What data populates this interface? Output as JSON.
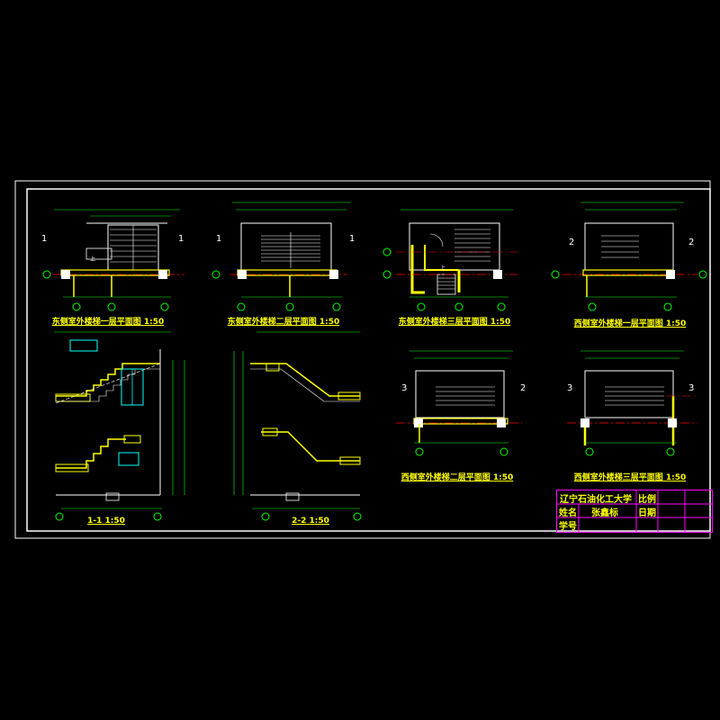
{
  "drawing": {
    "plans": [
      {
        "title": "东侧室外楼梯一层平面图",
        "scale": "1:50"
      },
      {
        "title": "东侧室外楼梯二层平面图",
        "scale": "1:50"
      },
      {
        "title": "东侧室外楼梯三层平面图",
        "scale": "1:50"
      },
      {
        "title": "西侧室外楼梯一层平面图",
        "scale": "1:50"
      },
      {
        "title": "西侧室外楼梯二层平面图",
        "scale": "1:50"
      },
      {
        "title": "西侧室外楼梯三层平面图",
        "scale": "1:50"
      }
    ],
    "sections": [
      {
        "title": "1-1",
        "scale": "1:50"
      },
      {
        "title": "2-2",
        "scale": "1:50"
      }
    ]
  },
  "title_block": {
    "school": "辽宁石油化工大学",
    "scale_label": "比例",
    "name_label": "姓名",
    "name_value": "张鑫标",
    "date_label": "日期",
    "id_label": "学号"
  },
  "colors": {
    "background": "#000000",
    "frame": "#ffffff",
    "wall": "#ffff00",
    "stair": "#ffffff",
    "dimension": "#00ff00",
    "axis": "#ff0000",
    "title_block": "#ff00ff"
  }
}
